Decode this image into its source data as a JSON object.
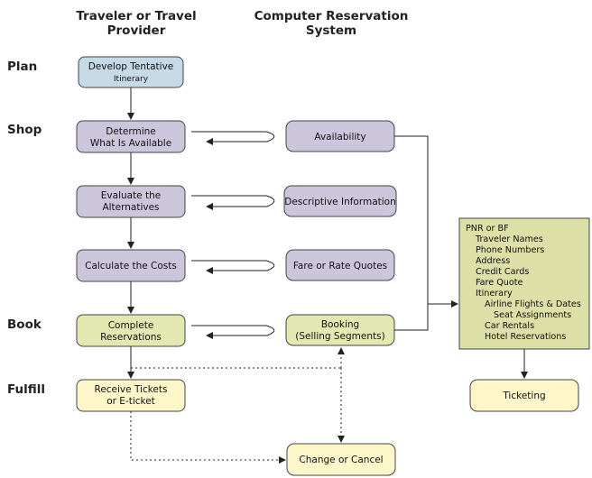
{
  "headers": {
    "left": [
      "Traveler or Travel",
      "Provider"
    ],
    "right": [
      "Computer Reservation",
      "System"
    ]
  },
  "phases": {
    "plan": "Plan",
    "shop": "Shop",
    "book": "Book",
    "fulfill": "Fulfill"
  },
  "left_boxes": {
    "develop": [
      "Develop Tentative",
      "Itinerary"
    ],
    "determine": [
      "Determine",
      "What Is Available"
    ],
    "evaluate": [
      "Evaluate the",
      "Alternatives"
    ],
    "calculate": [
      "Calculate the Costs"
    ],
    "complete": [
      "Complete",
      "Reservations"
    ],
    "receive": [
      "Receive Tickets",
      "or E-ticket"
    ]
  },
  "right_boxes": {
    "availability": [
      "Availability"
    ],
    "descriptive": [
      "Descriptive Information"
    ],
    "fare": [
      "Fare or Rate Quotes"
    ],
    "booking": [
      "Booking",
      "(Selling Segments)"
    ],
    "change": [
      "Change or Cancel"
    ]
  },
  "pnr": {
    "title": "PNR or BF",
    "items": [
      "Traveler Names",
      "Phone Numbers",
      "Address",
      "Credit Cards",
      "Fare Quote",
      "Itinerary"
    ],
    "subitems": [
      "Airline Flights & Dates",
      "Car Rentals",
      "Hotel Reservations"
    ],
    "subsubitems": [
      "Seat Assignments"
    ]
  },
  "ticketing": [
    "Ticketing"
  ],
  "colors": {
    "plan_fill": "#c5d9e6",
    "shop_fill": "#ccc6dd",
    "book_fill": "#e3e7b0",
    "fulfill_fill": "#fcf6c8",
    "pnr_fill": "#dcdfa6",
    "stroke": "#444444"
  }
}
